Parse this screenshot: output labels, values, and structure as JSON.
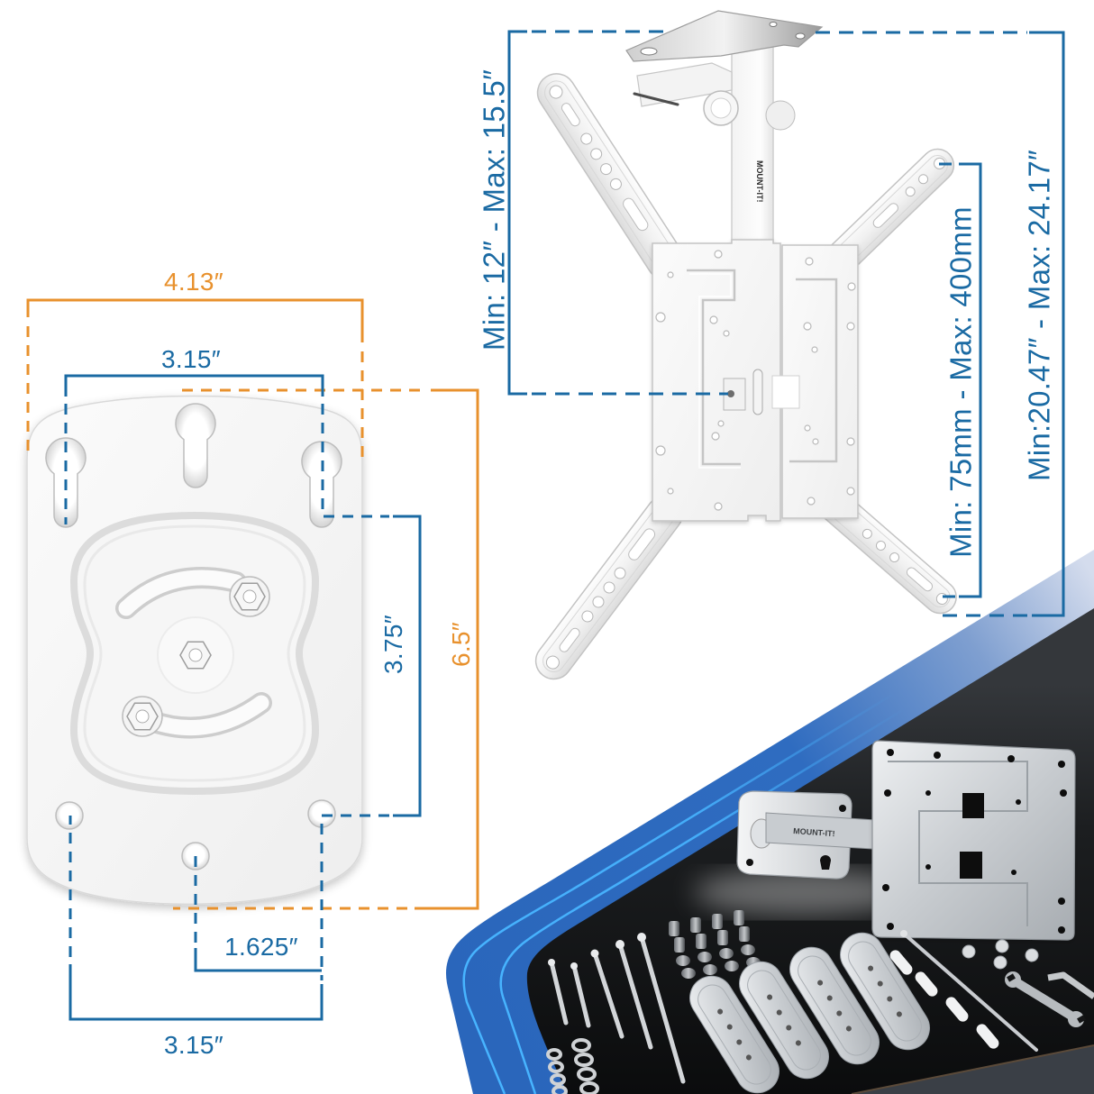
{
  "wall_plate_dimensions": {
    "overall_width": "4.13″",
    "top_hole_spacing": "3.15″",
    "vertical_hole_spacing": "3.75″",
    "overall_height": "6.5″",
    "bottom_center_hole_offset": "1.625″",
    "bottom_hole_spacing": "3.15″"
  },
  "mount_dimensions": {
    "drop_length": "Min: 12″ - Max: 15.5″",
    "vesa_range": "Min: 75mm - Max: 400mm",
    "arm_span": "Min:20.47″ - Max: 24.17″"
  },
  "branding": {
    "pole_logo": "MOUNT-IT!",
    "kit_arm_logo": "MOUNT-IT!"
  },
  "kit_items": [
    {
      "name": "ceiling-arm-assembly",
      "count": 1
    },
    {
      "name": "tv-plate",
      "count": 1
    },
    {
      "name": "extension-strip",
      "count": 4
    },
    {
      "name": "m-screw",
      "count": 5
    },
    {
      "name": "washer",
      "count": 8
    },
    {
      "name": "spacer",
      "count": 16
    },
    {
      "name": "wall-anchor",
      "count": 4
    },
    {
      "name": "lag-bolt",
      "count": 1
    },
    {
      "name": "cap-nut",
      "count": 4
    },
    {
      "name": "wrench",
      "count": 1
    },
    {
      "name": "allen-key",
      "count": 1
    }
  ],
  "colors": {
    "dimension_blue": "#1a6aa3",
    "dimension_orange": "#e8912d",
    "mat_border_blue": "#2c6bc0",
    "mat_pinstripe": "#47b4ff",
    "mat_black": "#0e0f10"
  }
}
